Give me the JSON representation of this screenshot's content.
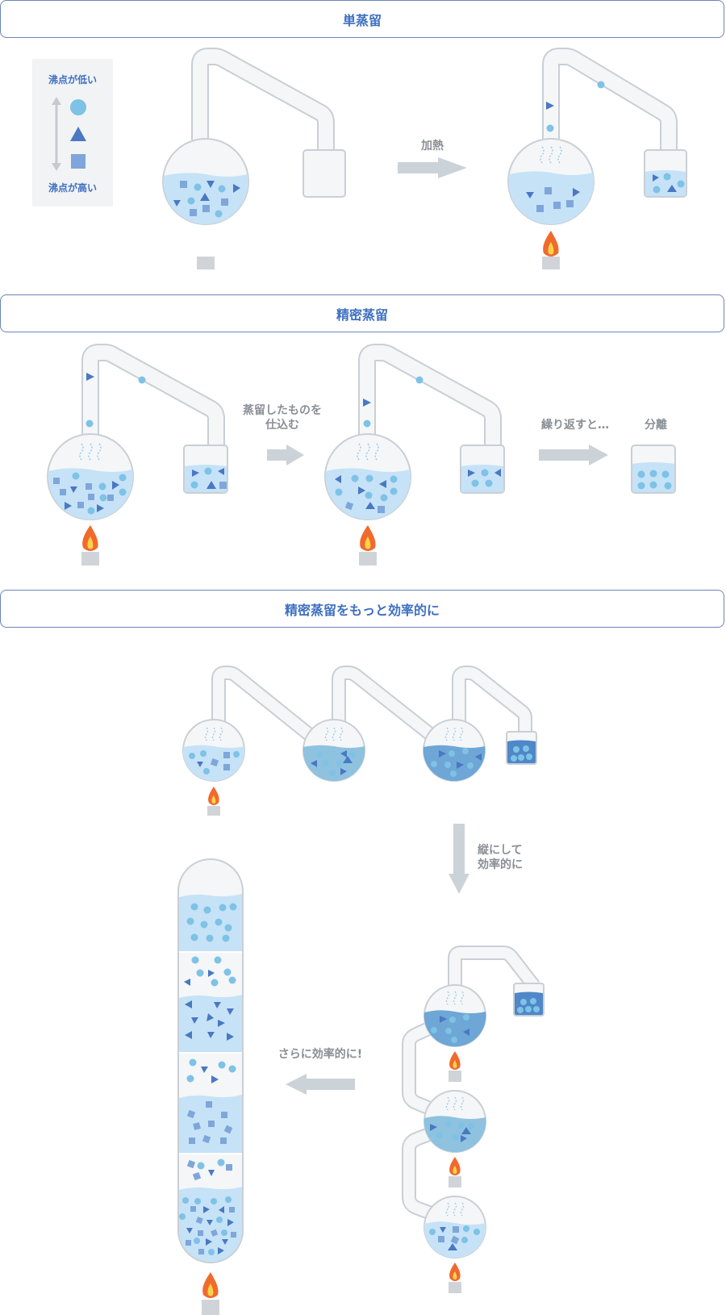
{
  "sections": {
    "simple": {
      "title": "単蒸留"
    },
    "precision": {
      "title": "精密蒸留"
    },
    "efficient": {
      "title": "精密蒸留をもっと効率的に"
    }
  },
  "legend": {
    "low": "沸点が低い",
    "high": "沸点が高い",
    "items": [
      "circle",
      "triangle",
      "square"
    ]
  },
  "labels": {
    "heat": "加熱",
    "recharge": "蒸留したものを\n仕込む",
    "repeat": "繰り返すと…",
    "separate": "分離",
    "vertical": "縦にして\n効率的に",
    "more": "さらに効率的に!"
  },
  "colors": {
    "liquid": "#c6e2f7",
    "liquid_mid": "#8ec2df",
    "liquid_dark": "#4f87c8",
    "glass": "#f4f6f8",
    "glass_edge": "#c9cfd5",
    "circle": "#7ec2e6",
    "shape": "#4a78c2",
    "arrow": "#cbd2d8",
    "flame_outer": "#f06a2e",
    "flame_inner": "#ffd24a",
    "burner": "#d0d4d8"
  },
  "icons": [
    "flask-icon",
    "beaker-icon",
    "flame-icon",
    "arrow-right-icon",
    "arrow-down-icon",
    "arrow-left-icon",
    "column-icon"
  ]
}
